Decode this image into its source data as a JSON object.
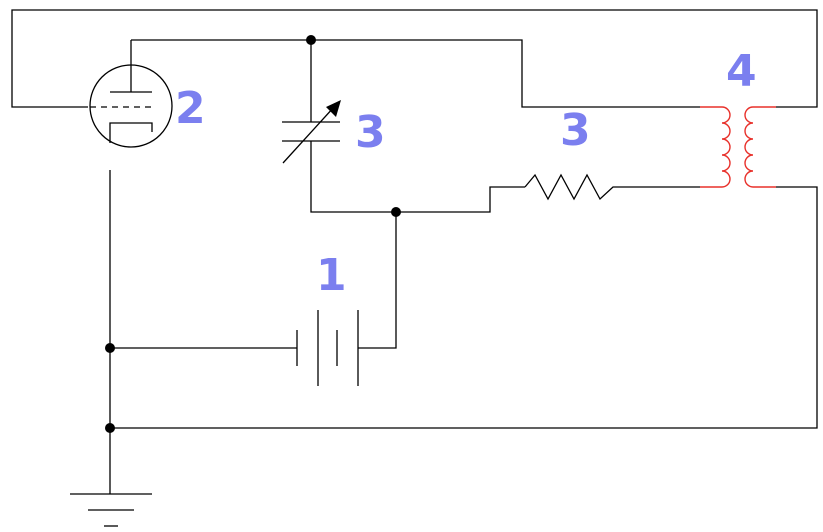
{
  "labels": {
    "battery": "1",
    "tube": "2",
    "variable_capacitor": "3",
    "resistor": "3",
    "transformer": "4"
  },
  "colors": {
    "wire": "#000000",
    "label": "#7b7fef",
    "coil": "#e8302a",
    "background": "#ffffff"
  },
  "icons": {
    "tube": "vacuum-tube-triode-icon",
    "capacitor": "variable-capacitor-icon",
    "resistor": "resistor-icon",
    "transformer": "transformer-icon",
    "battery": "battery-icon",
    "ground": "ground-icon"
  }
}
